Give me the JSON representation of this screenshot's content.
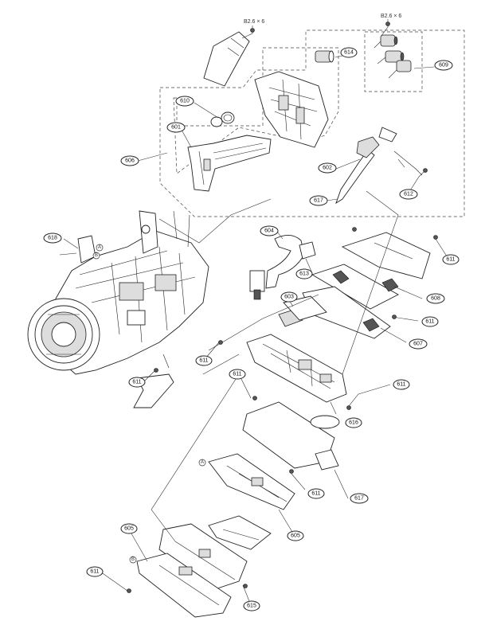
{
  "screw_specs": [
    "B2.6 × 6",
    "B2.6 × 6"
  ],
  "callouts": {
    "c601": "601",
    "c602": "602",
    "c603": "603",
    "c604": "604",
    "c605a": "605",
    "c605b": "605",
    "c606": "606",
    "c607": "607",
    "c608": "608",
    "c609": "609",
    "c610": "610",
    "c611a": "611",
    "c611b": "611",
    "c611c": "611",
    "c611d": "611",
    "c611e": "611",
    "c611f": "611",
    "c611g": "611",
    "c611h": "611",
    "c612": "612",
    "c613": "613",
    "c614": "614",
    "c615": "615",
    "c616": "616",
    "c617a": "617",
    "c617b": "617",
    "c618": "618"
  },
  "marks": {
    "a1": "A",
    "a2": "A",
    "b1": "B",
    "b2": "B"
  }
}
